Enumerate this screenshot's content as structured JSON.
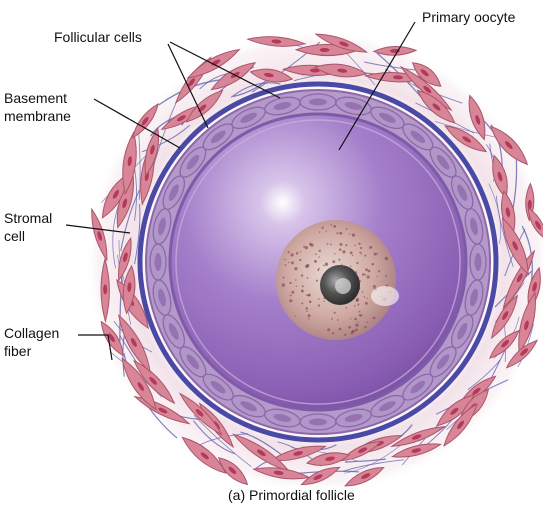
{
  "labels": {
    "primary_oocyte": "Primary oocyte",
    "follicular_cells": "Follicular cells",
    "basement_membrane_1": "Basement",
    "basement_membrane_2": "membrane",
    "stromal_cell_1": "Stromal",
    "stromal_cell_2": "cell",
    "collagen_fiber_1": "Collagen",
    "collagen_fiber_2": "fiber"
  },
  "caption": "(a) Primordial follicle",
  "colors": {
    "stroma_cell": "#d98598",
    "stroma_cell_edge": "#a9566b",
    "stroma_nucleus": "#b23a5a",
    "collagen": "#5b5aa8",
    "basement": "#4a4aa6",
    "follicular_layer": "#a88ec4",
    "follicular_edge": "#8d68a8",
    "oocyte": "#9a6fc0",
    "oocyte_center": "#b79ad6",
    "nucleus": "#c9a39b",
    "nucleolus": "#555555"
  }
}
